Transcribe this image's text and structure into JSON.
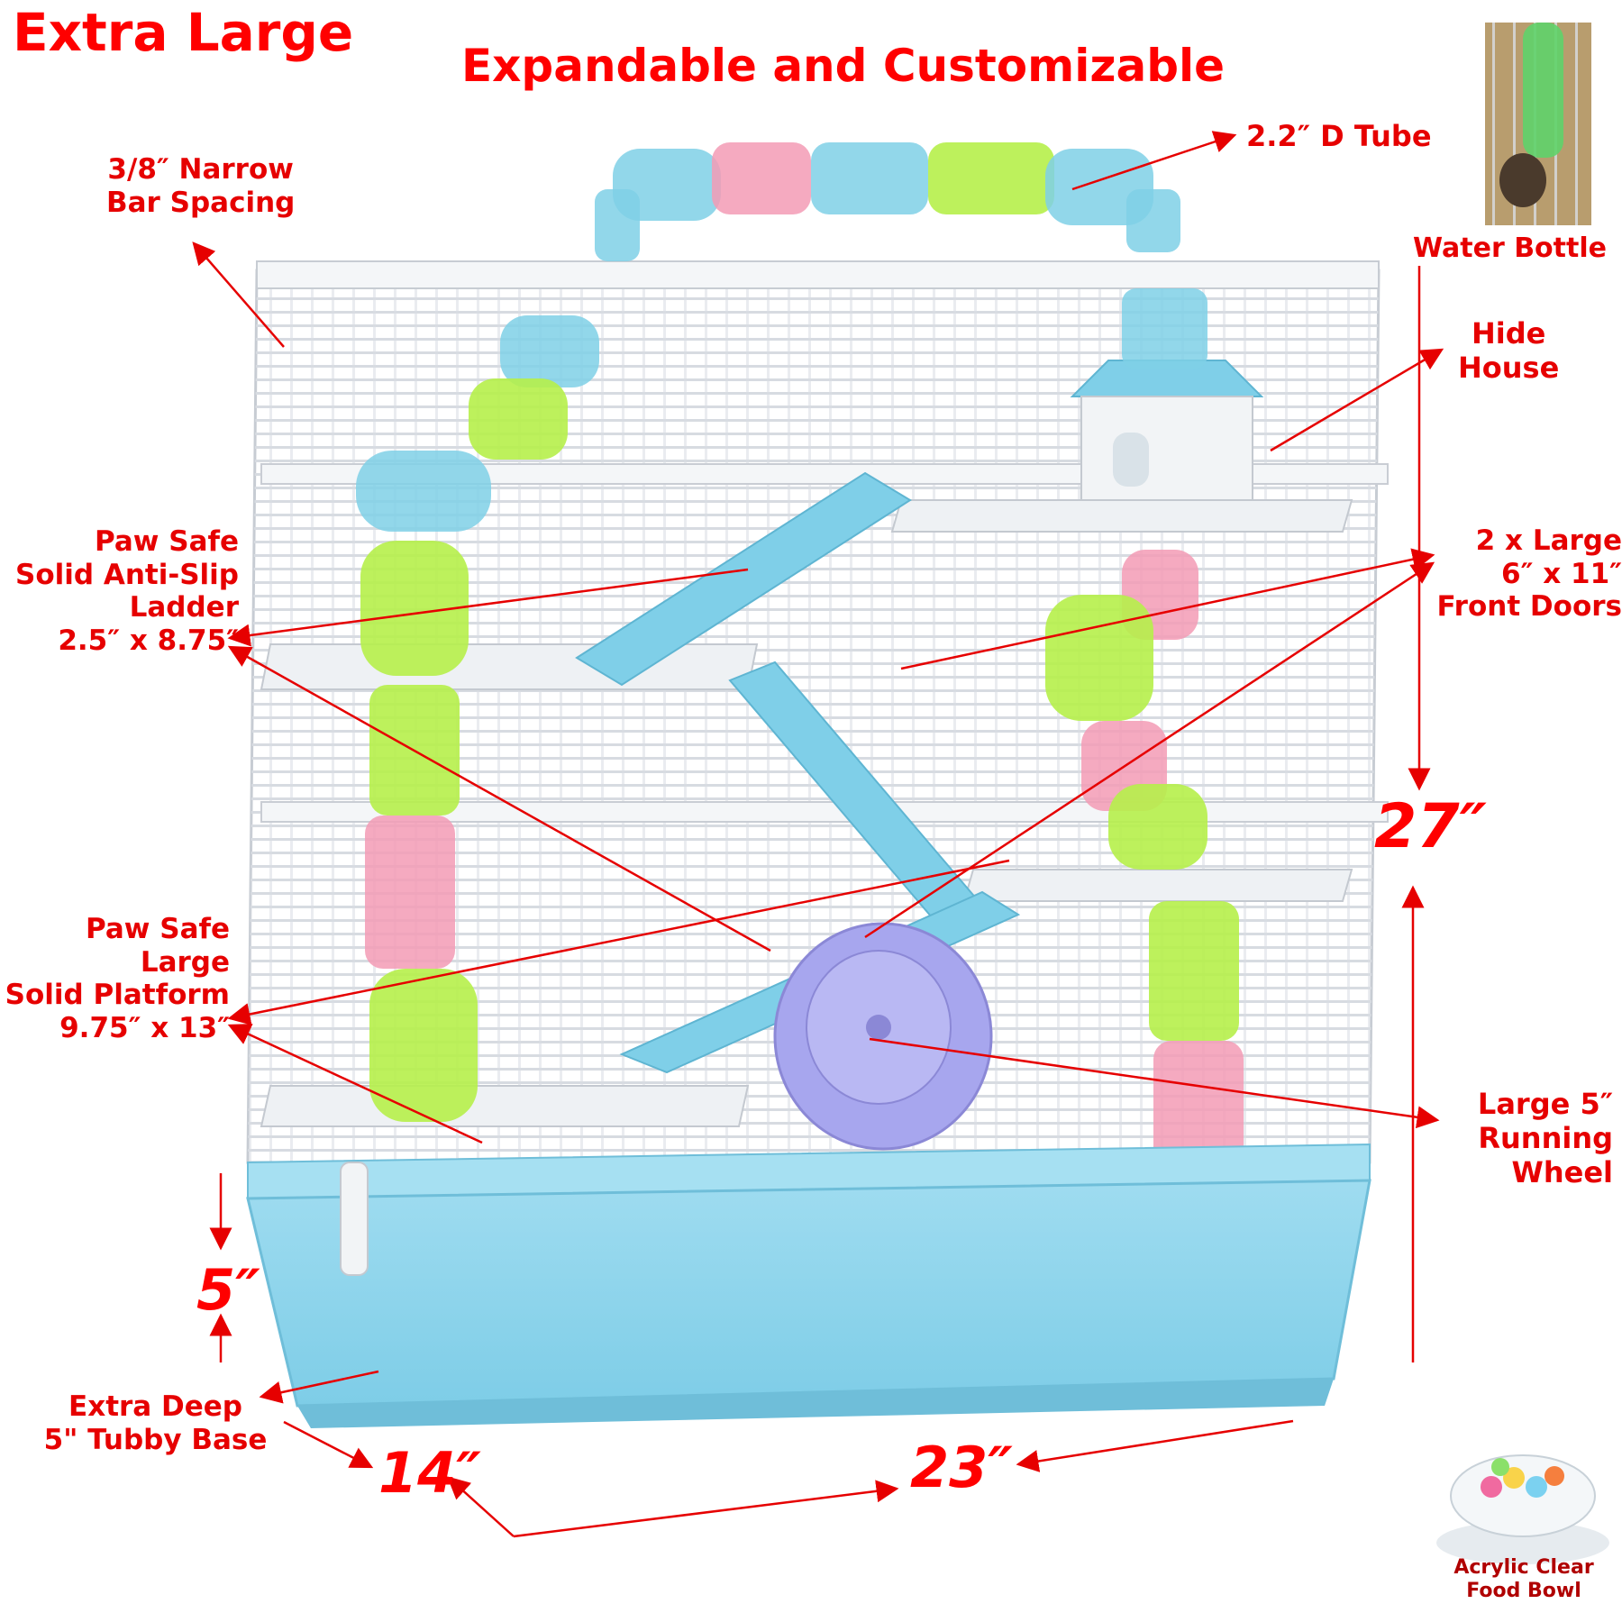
{
  "headline": {
    "extra_large": "Extra Large",
    "expandable": "Expandable and Customizable"
  },
  "labels": {
    "tube": "2.2″ D Tube",
    "bar_spacing": [
      "3/8″ Narrow",
      "Bar Spacing"
    ],
    "water_bottle": "Water Bottle",
    "hide_house": [
      "Hide",
      "House"
    ],
    "ladder": [
      "Paw Safe",
      "Solid Anti-Slip",
      "Ladder",
      "2.5″ x 8.75″"
    ],
    "front_doors": [
      "2 x Large",
      "6″ x 11″",
      "Front Doors"
    ],
    "platform": [
      "Paw Safe",
      "Large",
      "Solid Platform",
      "9.75″ x 13″"
    ],
    "wheel": [
      "Large 5″",
      "Running",
      "Wheel"
    ],
    "base": [
      "Extra Deep",
      "5\" Tubby Base"
    ],
    "food_bowl": [
      "Acrylic  Clear",
      "Food  Bowl"
    ]
  },
  "dimensions": {
    "height": "27″",
    "base_depth": "5″",
    "depth": "14″",
    "width": "23″"
  },
  "colors": {
    "accent_red": "#ff0000",
    "base_blue": "#8fd3ea",
    "wire_white": "#ffffff",
    "tube_green": "#b6f04a",
    "tube_pink": "#f39bb5",
    "tube_blue": "#7fd0e6",
    "wheel_purple": "#a7a6ee"
  }
}
